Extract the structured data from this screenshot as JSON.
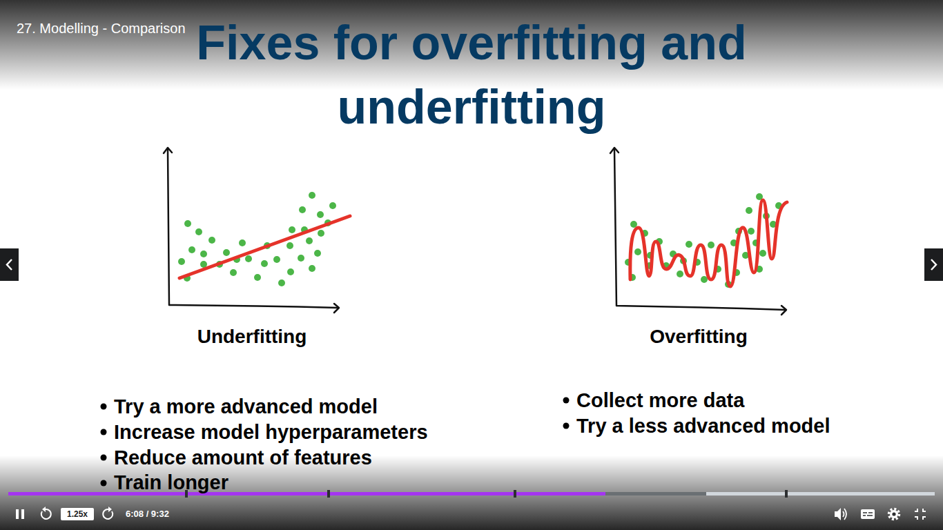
{
  "diagram": {
    "title": "Fixes for overfitting and underfitting",
    "labels": [
      "27. Modelling - Comparison",
      "Underfitting",
      "Overfitting",
      "Try a more advanced model",
      "Increase model hyperparameters",
      "Reduce amount of features",
      "Train longer",
      "Collect more data",
      "Try a less advanced model",
      "1.25x",
      "6:08 / 9:32"
    ]
  }
}
